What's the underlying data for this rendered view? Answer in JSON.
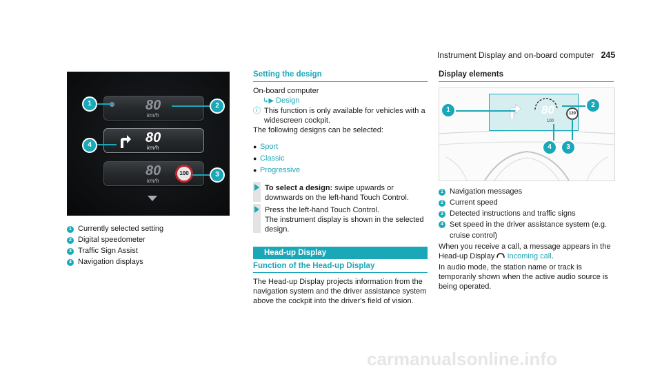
{
  "header": {
    "section": "Instrument Display and on-board computer",
    "page": "245"
  },
  "left_figure": {
    "speeds": [
      "80",
      "80",
      "80"
    ],
    "unit": "km/h",
    "sign_value": "100",
    "callouts": [
      "1",
      "2",
      "3",
      "4"
    ]
  },
  "left_legend": [
    {
      "n": "1",
      "text": "Currently selected setting"
    },
    {
      "n": "2",
      "text": "Digital speedometer"
    },
    {
      "n": "3",
      "text": "Traffic Sign Assist"
    },
    {
      "n": "4",
      "text": "Navigation displays"
    }
  ],
  "setting_design": {
    "title": "Setting the design",
    "path_root": "On-board computer",
    "path_item": "Design",
    "note": "This function is only available for vehicles with a widescreen cockpit.",
    "intro": "The following designs can be selected:",
    "designs": [
      "Sport",
      "Classic",
      "Progressive"
    ],
    "step1_bold": "To select a design:",
    "step1_text": " swipe upwards or downwards on the left-hand Touch Control.",
    "step2_text": "Press the left-hand Touch Control.",
    "step2_result": "The instrument display is shown in the selected design."
  },
  "hud_section": {
    "bar_title": "Head-up Display",
    "function_title": "Function of the Head-up Display",
    "function_text": "The Head-up Display projects information from the navigation system and the driver assistance system above the cockpit into the driver's field of vision."
  },
  "display_elements": {
    "title": "Display elements",
    "figure": {
      "speed": "80",
      "sign": "120",
      "set_speed": "100",
      "callouts": [
        "1",
        "2",
        "3",
        "4"
      ]
    },
    "legend": [
      {
        "n": "1",
        "text": "Navigation messages"
      },
      {
        "n": "2",
        "text": "Current speed"
      },
      {
        "n": "3",
        "text": "Detected instructions and traffic signs"
      },
      {
        "n": "4",
        "text": "Set speed in the driver assistance system (e.g. cruise control)"
      }
    ],
    "call_text_pre": "When you receive a call, a message appears in the Head-up Display",
    "call_link": "Incoming call",
    "audio_text": "In audio mode, the station name or track is temporarily shown when the active audio source is being operated."
  },
  "watermark": "carmanualsonline.info",
  "colors": {
    "accent": "#1aa7b8"
  }
}
